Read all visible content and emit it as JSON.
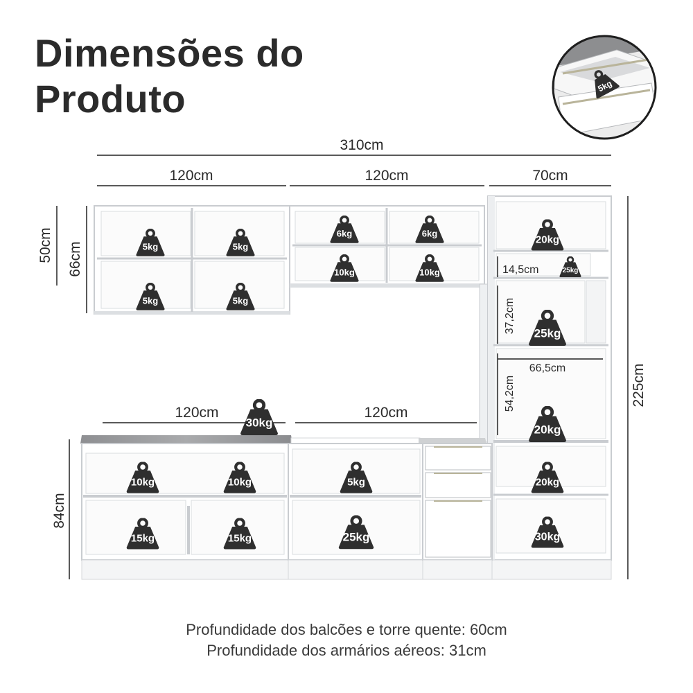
{
  "title": {
    "line1": "Dimensões do",
    "line2": "Produto"
  },
  "dimensions": {
    "total_width": "310cm",
    "upper_left_width": "120cm",
    "upper_middle_width": "120cm",
    "tower_width": "70cm",
    "upper_height_inner": "50cm",
    "upper_height_outer": "66cm",
    "lower_left_width": "120cm",
    "lower_middle_width": "120cm",
    "lower_height": "84cm",
    "tower_height": "225cm",
    "niche_small_height": "14,5cm",
    "niche_mid_height": "37,2cm",
    "niche_width": "66,5cm",
    "niche_tall_height": "54,2cm"
  },
  "weights": {
    "inset_drawer": "5kg",
    "upper_left": [
      "5kg",
      "5kg",
      "5kg",
      "5kg"
    ],
    "upper_middle": [
      "6kg",
      "6kg",
      "10kg",
      "10kg"
    ],
    "countertop": "30kg",
    "tower": [
      "20kg",
      "25kg",
      "25kg",
      "20kg",
      "20kg",
      "30kg"
    ],
    "lower_left": [
      "10kg",
      "10kg",
      "15kg",
      "15kg"
    ],
    "lower_middle": [
      "5kg",
      "25kg"
    ]
  },
  "footer": {
    "line1": "Profundidade dos balcões e torre quente: 60cm",
    "line2": "Profundidade dos armários aéreos: 31cm"
  },
  "colors": {
    "text": "#2a2a2a",
    "weight_icon": "#2f2f2f",
    "cabinet": "#ffffff",
    "cabinet_edge": "#c9ccd0",
    "countertop": "#9a9b9d",
    "handle": "#b9b49a"
  }
}
